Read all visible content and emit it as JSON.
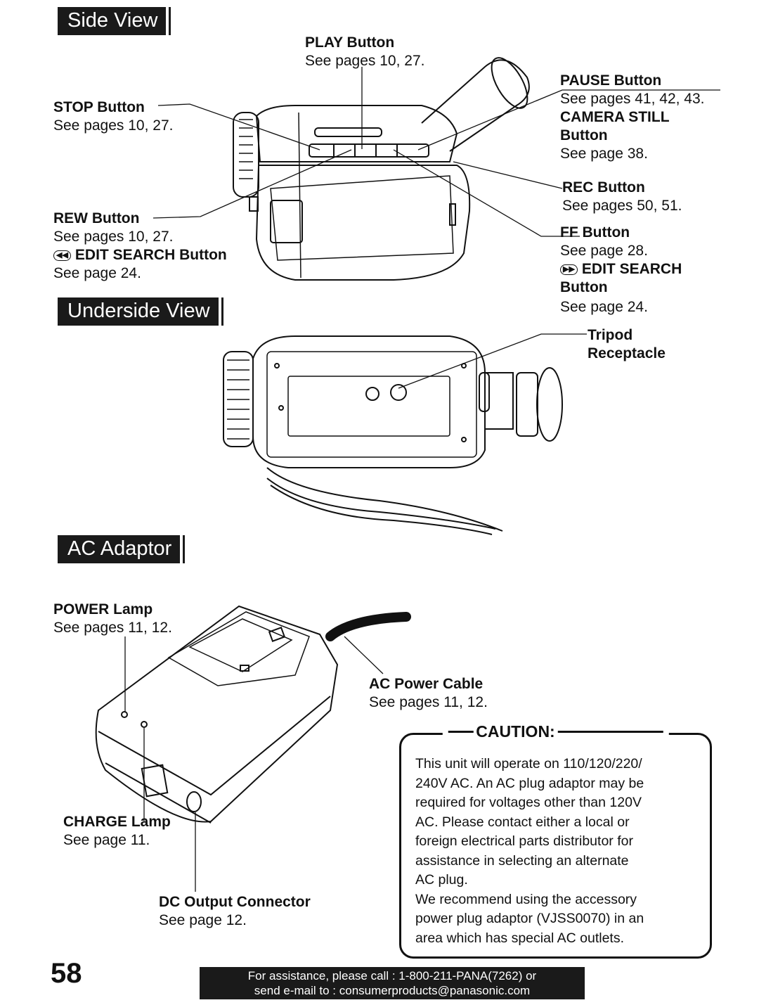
{
  "sections": {
    "side_view": "Side View",
    "underside_view": "Underside View",
    "ac_adaptor": "AC Adaptor"
  },
  "side_view_labels": {
    "play": {
      "title": "PLAY Button",
      "ref": "See pages 10, 27."
    },
    "stop": {
      "title": "STOP Button",
      "ref": "See pages 10, 27."
    },
    "pause": {
      "title": "PAUSE Button",
      "ref": "See pages 41, 42, 43."
    },
    "camera_still": {
      "title_line1": "CAMERA STILL",
      "title_line2": "Button",
      "ref": "See page 38."
    },
    "rec": {
      "title": "REC Button",
      "ref": "See pages 50, 51."
    },
    "rew": {
      "title": "REW Button",
      "ref": "See pages 10, 27.",
      "edit_search": "EDIT SEARCH Button",
      "edit_ref": "See page 24."
    },
    "ff": {
      "title": "FF Button",
      "ref": "See page 28.",
      "edit_search_line1": "EDIT SEARCH",
      "edit_search_line2": "Button",
      "edit_ref": "See page 24."
    }
  },
  "underside_labels": {
    "tripod_line1": "Tripod",
    "tripod_line2": "Receptacle"
  },
  "ac_labels": {
    "power_lamp": {
      "title": "POWER Lamp",
      "ref": "See pages 11, 12."
    },
    "ac_cable": {
      "title": "AC Power Cable",
      "ref": "See pages 11, 12."
    },
    "charge_lamp": {
      "title": "CHARGE Lamp",
      "ref": "See page 11."
    },
    "dc_output": {
      "title": "DC Output Connector",
      "ref": "See page 12."
    }
  },
  "caution": {
    "title": "CAUTION:",
    "lines": [
      "This unit will operate on 110/120/220/",
      "240V AC. An AC plug adaptor may be",
      "required for voltages other than 120V",
      "AC. Please contact either a local or",
      "foreign electrical parts distributor for",
      "assistance in selecting an alternate",
      "AC plug.",
      "We recommend using the accessory",
      "power plug adaptor (VJSS0070) in an",
      "area which has special AC outlets."
    ]
  },
  "page_number": "58",
  "footer": {
    "line1": "For assistance, please call : 1-800-211-PANA(7262) or",
    "line2": "send e-mail to : consumerproducts@panasonic.com"
  }
}
